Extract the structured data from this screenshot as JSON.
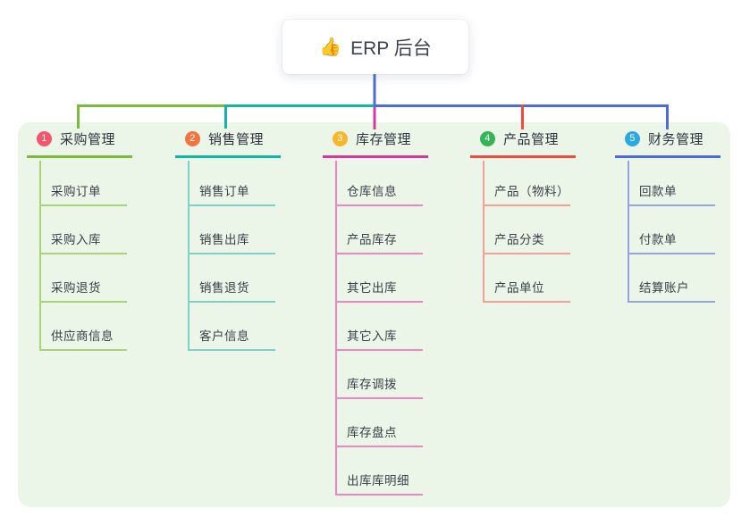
{
  "root": {
    "icon": "👍",
    "label": "ERP 后台"
  },
  "palette": {
    "connector_blue": "#4a6bd8",
    "panel_bg": "#ebf6e9",
    "card_bg": "#ffffff",
    "text_dark": "#3d4252"
  },
  "branches": [
    {
      "num": "1",
      "label": "采购管理",
      "badge_color": "#f4546c",
      "color": "#7cb93f",
      "light_color": "#a8d476",
      "children": [
        "采购订单",
        "采购入库",
        "采购退货",
        "供应商信息"
      ]
    },
    {
      "num": "2",
      "label": "销售管理",
      "badge_color": "#f3743f",
      "color": "#13b3a6",
      "light_color": "#7fd0c6",
      "children": [
        "销售订单",
        "销售出库",
        "销售退货",
        "客户信息"
      ]
    },
    {
      "num": "3",
      "label": "库存管理",
      "badge_color": "#f8b62c",
      "color": "#d8389e",
      "light_color": "#ef86c1",
      "children": [
        "仓库信息",
        "产品库存",
        "其它出库",
        "其它入库",
        "库存调拨",
        "库存盘点",
        "出库库明细"
      ]
    },
    {
      "num": "4",
      "label": "产品管理",
      "badge_color": "#33b457",
      "color": "#f04b3e",
      "light_color": "#f89e94",
      "children": [
        "产品（物料）",
        "产品分类",
        "产品单位"
      ]
    },
    {
      "num": "5",
      "label": "财务管理",
      "badge_color": "#2ca8e0",
      "color": "#4a6bd8",
      "light_color": "#96a3e0",
      "children": [
        "回款单",
        "付款单",
        "结算账户"
      ]
    }
  ]
}
